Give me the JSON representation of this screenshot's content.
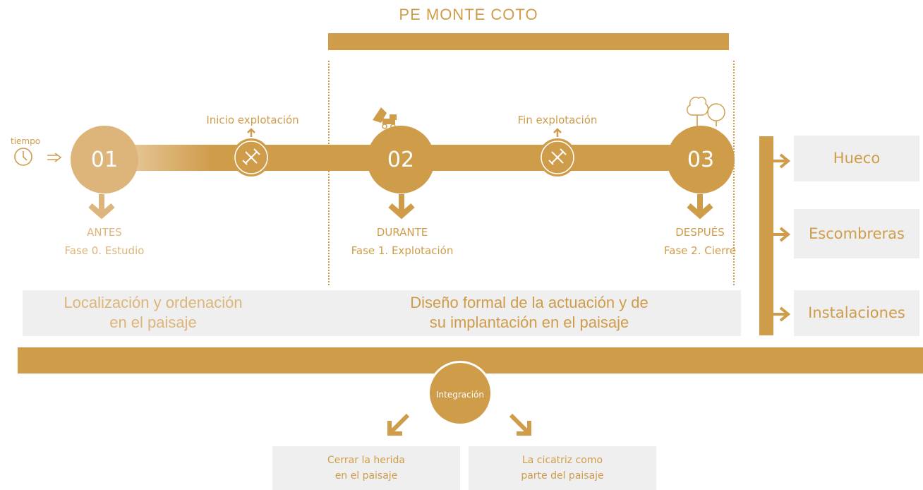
{
  "title": "PE MONTE COTO",
  "time_label": "tiempo",
  "milestones": {
    "start": "Inicio explotación",
    "end": "Fin explotación"
  },
  "phases": [
    {
      "number": "01",
      "name": "ANTES",
      "phase": "Fase 0. Estudio"
    },
    {
      "number": "02",
      "name": "DURANTE",
      "phase": "Fase 1. Explotación"
    },
    {
      "number": "03",
      "name": "DESPUÉS",
      "phase": "Fase 2. Cierre"
    }
  ],
  "bands": {
    "left": "Localización y ordenación en el paisaje",
    "left_l1": "Localización y ordenación",
    "left_l2": "en el paisaje",
    "right_l1": "Diseño formal de la actuación y de",
    "right_l2": "su implantación en el paisaje"
  },
  "elements": [
    "Hueco",
    "Escombreras",
    "Instalaciones"
  ],
  "integration": {
    "label": "Integración",
    "outcomes_l1": [
      "Cerrar la herida",
      "La cicatriz como"
    ],
    "outcomes_l2": [
      "en el paisaje",
      "parte del paisaje"
    ]
  },
  "colors": {
    "accent": "#cf9c4a",
    "light_accent": "#ddb57a",
    "panel": "#efefef"
  },
  "icons": [
    "clock-icon",
    "arrow-right-icon",
    "pickaxe-shovel-icon",
    "dump-truck-icon",
    "trees-icon",
    "arrow-down-icon"
  ]
}
